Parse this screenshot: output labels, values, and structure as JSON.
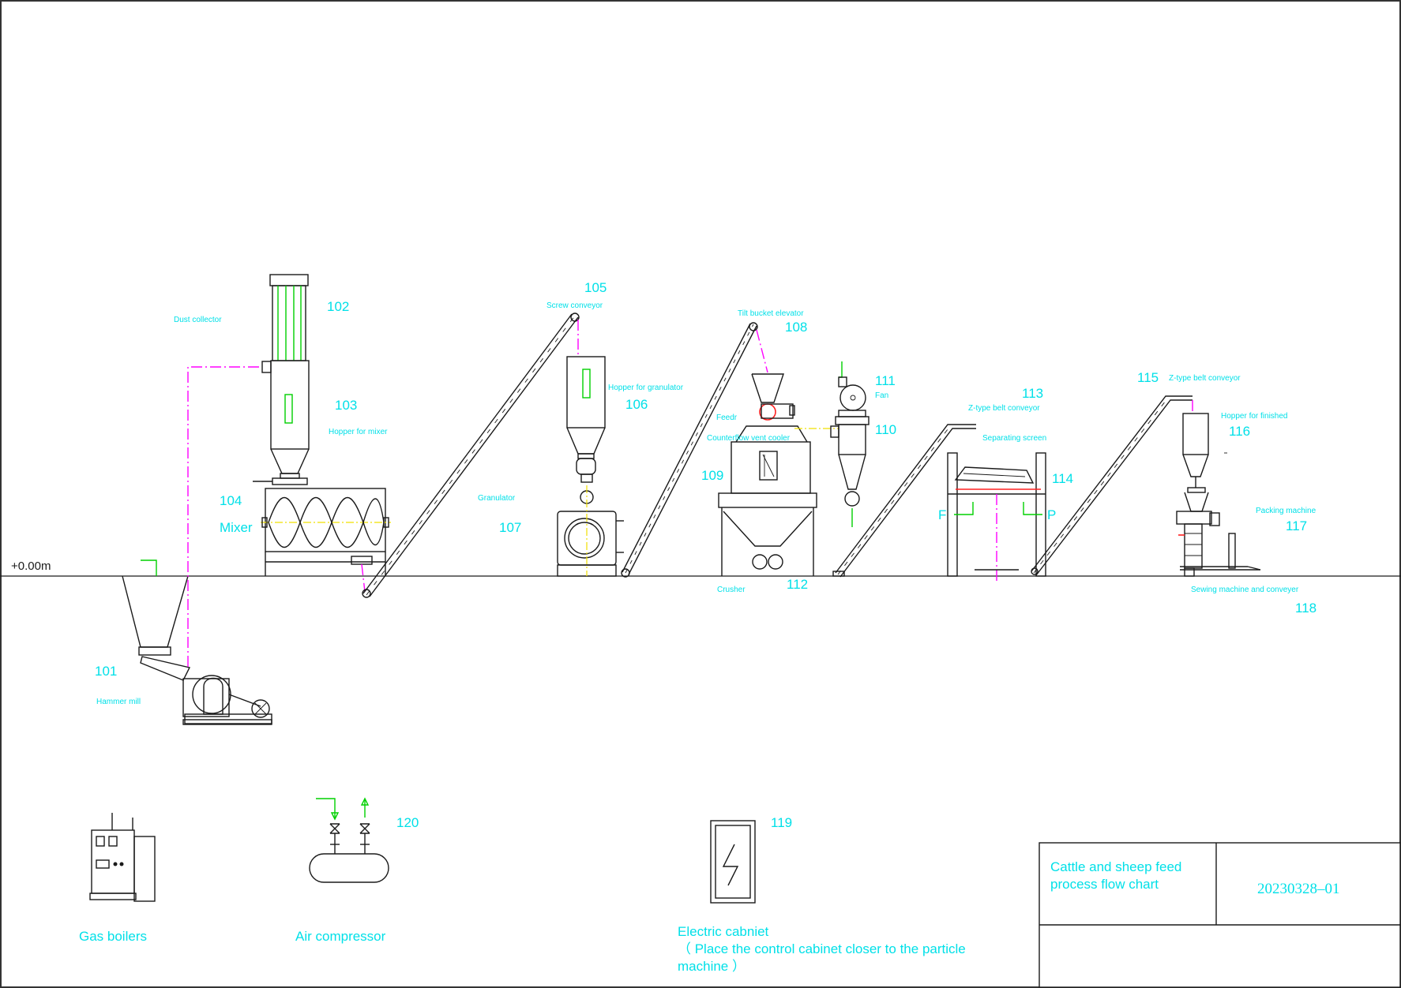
{
  "drawing": {
    "elevation": "+0.00m",
    "title_block": {
      "title_line1": "Cattle and sheep feed",
      "title_line2": "process flow chart",
      "drawing_no": "20230328–01"
    },
    "equipment": {
      "e101": {
        "num": "101",
        "name": "Hammer mill"
      },
      "e102": {
        "num": "102",
        "name": "Dust collector"
      },
      "e103": {
        "num": "103",
        "name": "Hopper for mixer"
      },
      "e104": {
        "num": "104",
        "name": "Mixer"
      },
      "e105": {
        "num": "105",
        "name": "Screw  conveyor"
      },
      "e106": {
        "num": "106",
        "name": "Hopper for granulator"
      },
      "e107": {
        "num": "107",
        "name": "Granulator"
      },
      "e108": {
        "num": "108",
        "name": "Tilt bucket elevator"
      },
      "e109": {
        "num": "109",
        "name": "Counterflow vent cooler",
        "feeder": "Feedr"
      },
      "e110": {
        "num": "110"
      },
      "e111": {
        "num": "111",
        "name": "Fan"
      },
      "e112": {
        "num": "112",
        "name": "Crusher"
      },
      "e113": {
        "num": "113",
        "name": "Z-type belt conveyor"
      },
      "e114": {
        "num": "114",
        "name": "Separating screen",
        "f": "F",
        "p": "P"
      },
      "e115": {
        "num": "115",
        "name": "Z-type belt conveyor"
      },
      "e116": {
        "num": "116",
        "name": "Hopper for finished"
      },
      "e117": {
        "num": "117",
        "name": "Packing machine"
      },
      "e118": {
        "num": "118",
        "name": "Sewing machine and conveyer"
      },
      "e119": {
        "num": "119",
        "name": "Electric cabniet",
        "note1": "（ Place the control cabinet closer to the particle",
        "note2": "machine ）"
      },
      "e120": {
        "num": "120",
        "name": "Air compressor"
      },
      "boiler": {
        "name": "Gas boilers"
      }
    }
  }
}
